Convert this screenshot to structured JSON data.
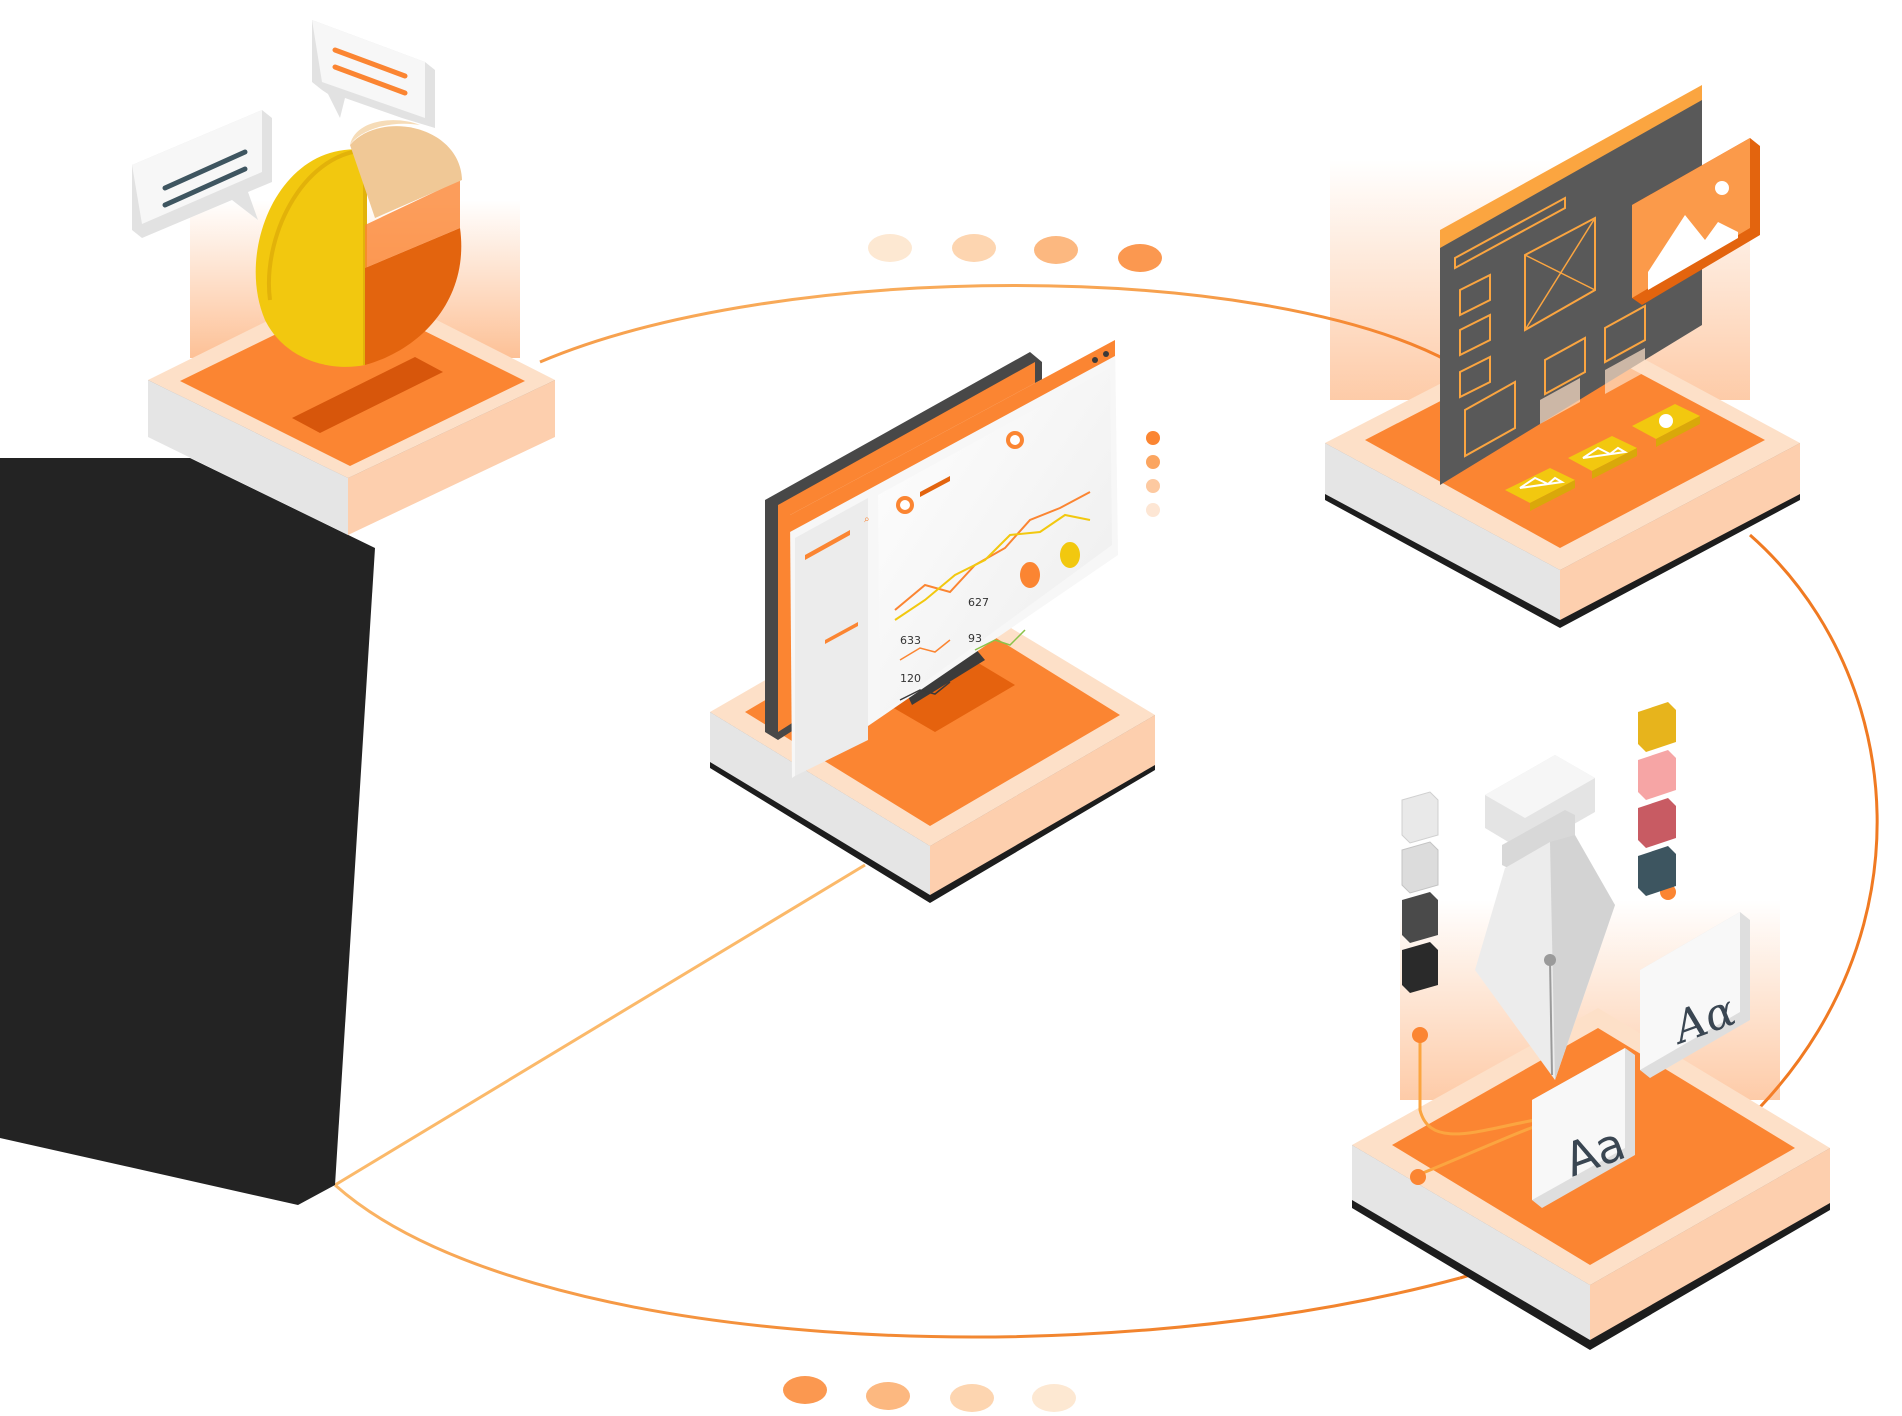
{
  "illustration": {
    "typography_front_label": "Aa",
    "typography_back_label": "Aα",
    "dashboard_stats": [
      "627",
      "633",
      "93",
      "120"
    ]
  },
  "palette": {
    "accent": "#fb8532",
    "accent_dark": "#e0620e",
    "accent_light": "#fdc6a0",
    "peach": "#fde1cc",
    "ink": "#232323",
    "panel_gray": "#5a5a5a",
    "swatches_left": [
      "#e9e9e9",
      "#dcdcdc",
      "#4a4a4a",
      "#2a2a2a"
    ],
    "swatches_right": [
      "#e7b41c",
      "#f6a5a5",
      "#c85b63",
      "#3d5560"
    ]
  },
  "icons": [
    "chat-bubble-icon",
    "pie-chart-icon",
    "image-icon",
    "play-icon",
    "pen-nib-icon",
    "search-icon"
  ]
}
